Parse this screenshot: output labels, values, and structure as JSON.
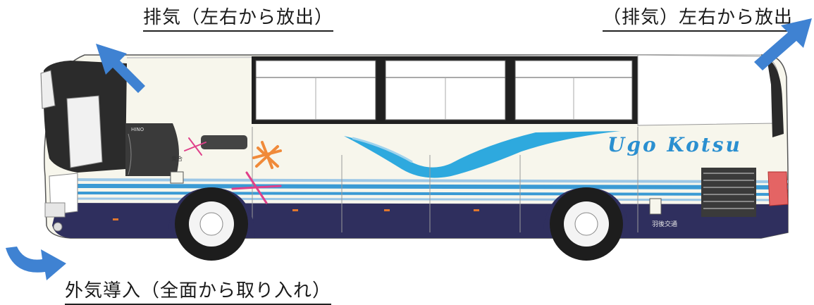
{
  "labels": {
    "exhaust_top_left": "排気（左右から放出）",
    "exhaust_top_right": "（排気）左右から放出",
    "intake_bottom": "外気導入（全面から取り入れ）"
  },
  "bus": {
    "logo_text": "Ugo Kotsu",
    "body_small_text": "羽後交通",
    "maker_text": "HINO",
    "door_sign_text": "乗合"
  },
  "colors": {
    "arrow_blue": "#3f82d2",
    "stripe_blue": "#3a9ad4",
    "navy": "#2f2f5e",
    "wave_cyan": "#2ea9de",
    "logo_blue": "#2a8fd0",
    "star_pink": "#e0408a",
    "star_orange": "#f08a3a",
    "body_cream": "#f7f6ec"
  }
}
